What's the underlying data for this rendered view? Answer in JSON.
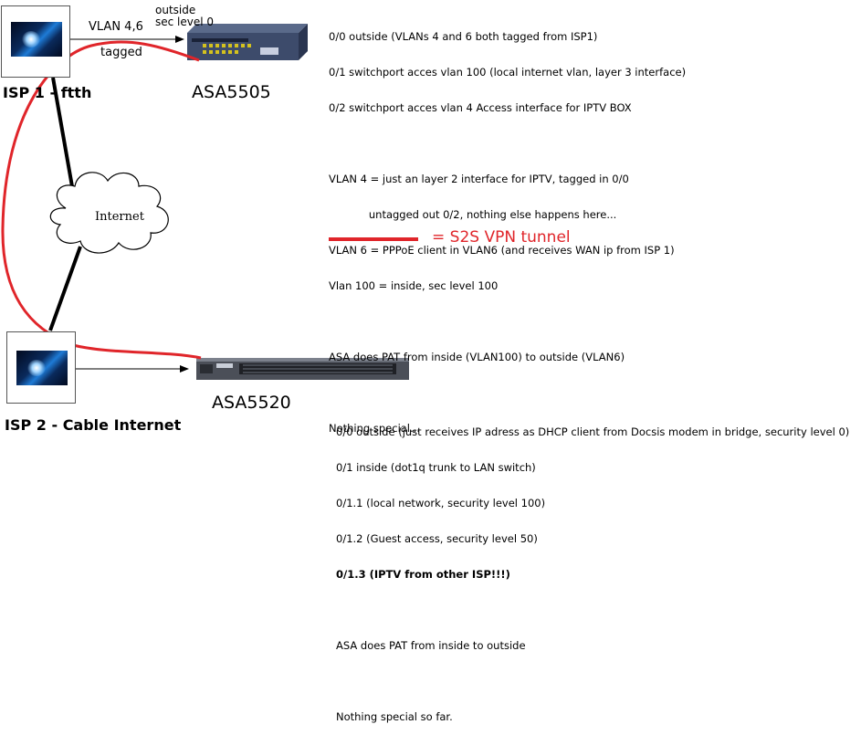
{
  "isp1": {
    "label": "ISP 1 - ftth",
    "uplink_label": "VLAN 4,6",
    "uplink_sub": "tagged",
    "outside_label": "outside",
    "security_label": "sec level 0"
  },
  "isp2": {
    "label": "ISP 2 - Cable Internet"
  },
  "devices": {
    "asa5505": "ASA5505",
    "asa5520": "ASA5520"
  },
  "cloud": {
    "label": "Internet"
  },
  "legend": {
    "text": "= S2S VPN tunnel",
    "color": "#e0252a"
  },
  "notes_top": [
    "0/0 outside (VLANs 4 and 6 both tagged from ISP1)",
    "0/1 switchport acces vlan 100 (local internet vlan, layer 3 interface)",
    "0/2 switchport acces vlan 4 Access interface for IPTV BOX",
    "",
    "VLAN 4 = just an layer 2 interface for IPTV, tagged in 0/0",
    "            untagged out 0/2, nothing else happens here...",
    "VLAN 6 = PPPoE client in VLAN6 (and receives WAN ip from ISP 1)",
    "Vlan 100 = inside, sec level 100",
    "",
    "ASA does PAT from inside (VLAN100) to outside (VLAN6)",
    "",
    "Nothing special..."
  ],
  "notes_bottom": [
    "0/0 outside (just receives IP adress as DHCP client from Docsis modem in bridge, security level 0)",
    "0/1 inside (dot1q trunk to LAN switch)",
    "0/1.1 (local network, security level 100)",
    "0/1.2 (Guest access, security level 50)",
    "0/1.3 (IPTV from other ISP!!!)",
    "",
    "ASA does PAT from inside to outside",
    "",
    "Nothing special so far."
  ],
  "icons": {
    "isp1": "fiber-optic-icon",
    "isp2": "fiber-optic-icon",
    "asa5505": "firewall-appliance-icon",
    "asa5520": "rack-firewall-icon",
    "cloud": "internet-cloud-icon"
  }
}
